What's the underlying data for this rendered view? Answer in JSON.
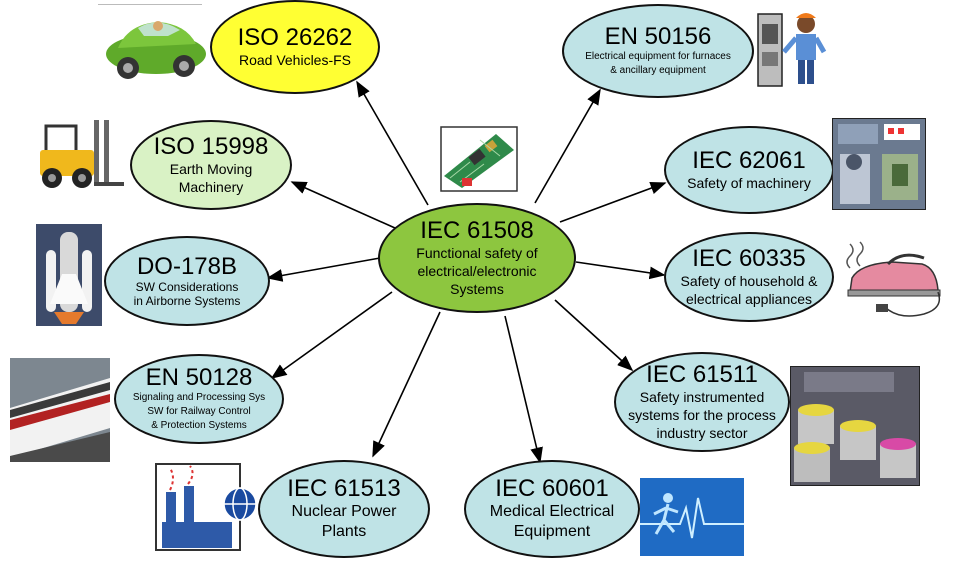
{
  "center": {
    "code": "IEC 61508",
    "desc_lines": [
      "Functional safety of",
      "electrical/electronic",
      "Systems"
    ],
    "fill": "#8dc63f"
  },
  "nodes": [
    {
      "id": "iso26262",
      "code": "ISO 26262",
      "desc_lines": [
        "Road Vehicles-FS"
      ],
      "fill": "#ffff33",
      "icon": "car-icon"
    },
    {
      "id": "iso15998",
      "code": "ISO 15998",
      "desc_lines": [
        "Earth Moving",
        "Machinery"
      ],
      "fill": "#d9f2c5",
      "icon": "forklift-icon"
    },
    {
      "id": "do178b",
      "code": "DO-178B",
      "desc_lines": [
        "SW Considerations",
        "in Airborne Systems"
      ],
      "fill": "#bfe3e6",
      "icon": "space-shuttle-icon"
    },
    {
      "id": "en50128",
      "code": "EN 50128",
      "desc_lines": [
        "Signaling and Processing Sys",
        "SW for Railway Control",
        "& Protection Systems"
      ],
      "fill": "#bfe3e6",
      "icon": "train-icon"
    },
    {
      "id": "iec61513",
      "code": "IEC 61513",
      "desc_lines": [
        "Nuclear Power",
        "Plants"
      ],
      "fill": "#bfe3e6",
      "icon": "power-plant-icon"
    },
    {
      "id": "iec60601",
      "code": "IEC 60601",
      "desc_lines": [
        "Medical Electrical",
        "Equipment"
      ],
      "fill": "#bfe3e6",
      "icon": "ecg-runner-icon"
    },
    {
      "id": "iec61511",
      "code": "IEC 61511",
      "desc_lines": [
        "Safety instrumented",
        "systems for the process",
        "industry sector"
      ],
      "fill": "#bfe3e6",
      "icon": "process-tanks-icon"
    },
    {
      "id": "iec60335",
      "code": "IEC 60335",
      "desc_lines": [
        "Safety of household &",
        "electrical appliances"
      ],
      "fill": "#bfe3e6",
      "icon": "iron-icon"
    },
    {
      "id": "iec62061",
      "code": "IEC 62061",
      "desc_lines": [
        "Safety of machinery"
      ],
      "fill": "#bfe3e6",
      "icon": "machine-icon"
    },
    {
      "id": "en50156",
      "code": "EN 50156",
      "desc_lines": [
        "Electrical equipment for furnaces",
        "& ancillary equipment"
      ],
      "fill": "#bfe3e6",
      "icon": "furnace-worker-icon"
    }
  ],
  "center_icon": "circuit-board-icon",
  "arrow_color": "#000000"
}
